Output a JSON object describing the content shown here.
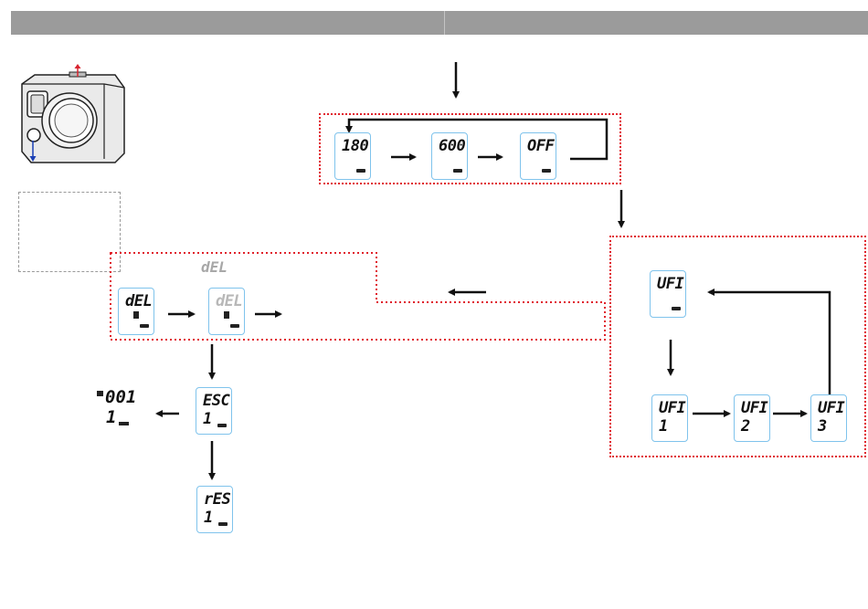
{
  "screens": {
    "timer_180": {
      "line1": "180",
      "line2": ""
    },
    "timer_600": {
      "line1": "600",
      "line2": ""
    },
    "timer_off": {
      "line1": "OFF",
      "line2": ""
    },
    "ufi_main": {
      "line1": "UFI",
      "line2": ""
    },
    "ufi_1": {
      "line1": "UFI",
      "line2": "1"
    },
    "ufi_2": {
      "line1": "UFI",
      "line2": "2"
    },
    "ufi_3": {
      "line1": "UFI",
      "line2": "3"
    },
    "del_1": {
      "line1": "dEL",
      "line2": ""
    },
    "del_2": {
      "line1": "dEL",
      "line2": ""
    },
    "esc": {
      "line1": "ESC",
      "line2": "1"
    },
    "res": {
      "line1": "rES",
      "line2": "1"
    },
    "file": {
      "line1": "001",
      "line2": "1"
    }
  },
  "ghost_label": "dEL",
  "colors": {
    "header": "#9b9b9b",
    "group_border": "#e0202a",
    "lcd_border": "#7fc3ec",
    "arrow": "#111111",
    "button_up": "#d8242f",
    "button_down": "#1a3fb5"
  },
  "icons": [
    "camera-icon",
    "trash-icon",
    "battery-icon",
    "file-icon",
    "arrow-icon"
  ]
}
